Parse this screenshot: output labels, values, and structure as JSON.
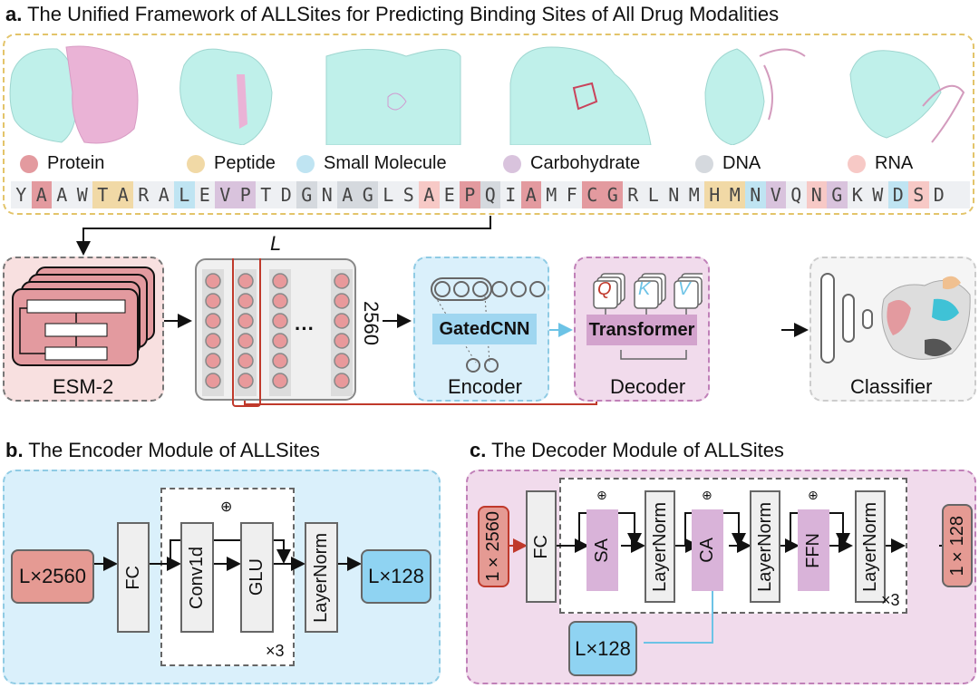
{
  "panel_a": {
    "prefix": "a.",
    "title": "The Unified Framework of ALLSites for Predicting Binding Sites of All Drug Modalities",
    "structures": [
      "protein-protein complex",
      "protein-peptide complex",
      "protein-small-molecule complex",
      "protein-carbohydrate complex",
      "protein-DNA complex",
      "protein-RNA complex"
    ],
    "legend": [
      {
        "label": "Protein",
        "color": "#e39a9f"
      },
      {
        "label": "Peptide",
        "color": "#f1d9a6"
      },
      {
        "label": "Small Molecule",
        "color": "#bfe4f2"
      },
      {
        "label": "Carbohydrate",
        "color": "#d9c3dd"
      },
      {
        "label": "DNA",
        "color": "#d5d9de"
      },
      {
        "label": "RNA",
        "color": "#f7c9c6"
      }
    ],
    "sequence": [
      {
        "aa": "Y",
        "c": ""
      },
      {
        "aa": "A",
        "c": "#e39a9f"
      },
      {
        "aa": "A",
        "c": ""
      },
      {
        "aa": "W",
        "c": ""
      },
      {
        "aa": "T",
        "c": "#f1d9a6"
      },
      {
        "aa": "A",
        "c": "#f1d9a6"
      },
      {
        "aa": "R",
        "c": ""
      },
      {
        "aa": "A",
        "c": ""
      },
      {
        "aa": "L",
        "c": "#bfe4f2"
      },
      {
        "aa": "E",
        "c": ""
      },
      {
        "aa": "V",
        "c": "#d9c3dd"
      },
      {
        "aa": "P",
        "c": "#d9c3dd"
      },
      {
        "aa": "T",
        "c": ""
      },
      {
        "aa": "D",
        "c": ""
      },
      {
        "aa": "G",
        "c": "#d5d9de"
      },
      {
        "aa": "N",
        "c": ""
      },
      {
        "aa": "A",
        "c": "#d5d9de"
      },
      {
        "aa": "G",
        "c": "#d5d9de"
      },
      {
        "aa": "L",
        "c": ""
      },
      {
        "aa": "S",
        "c": ""
      },
      {
        "aa": "A",
        "c": "#f7c9c6"
      },
      {
        "aa": "E",
        "c": ""
      },
      {
        "aa": "P",
        "c": "#e39a9f"
      },
      {
        "aa": "Q",
        "c": "#d5d9de"
      },
      {
        "aa": "I",
        "c": ""
      },
      {
        "aa": "A",
        "c": "#e39a9f"
      },
      {
        "aa": "M",
        "c": ""
      },
      {
        "aa": "F",
        "c": ""
      },
      {
        "aa": "C",
        "c": "#e39a9f"
      },
      {
        "aa": "G",
        "c": "#e39a9f"
      },
      {
        "aa": "R",
        "c": ""
      },
      {
        "aa": "L",
        "c": ""
      },
      {
        "aa": "N",
        "c": ""
      },
      {
        "aa": "M",
        "c": ""
      },
      {
        "aa": "H",
        "c": "#f1d9a6"
      },
      {
        "aa": "M",
        "c": "#f1d9a6"
      },
      {
        "aa": "N",
        "c": "#bfe4f2"
      },
      {
        "aa": "V",
        "c": "#d9c3dd"
      },
      {
        "aa": "Q",
        "c": ""
      },
      {
        "aa": "N",
        "c": "#f7c9c6"
      },
      {
        "aa": "G",
        "c": "#d9c3dd"
      },
      {
        "aa": "K",
        "c": ""
      },
      {
        "aa": "W",
        "c": ""
      },
      {
        "aa": "D",
        "c": "#bfe4f2"
      },
      {
        "aa": "S",
        "c": "#f7c9c6"
      },
      {
        "aa": "D",
        "c": ""
      }
    ],
    "esm_label": "ESM-2",
    "embedding_length_label": "L",
    "embedding_dim_label": "2560",
    "ellipsis": "···",
    "gatedcnn_label": "GatedCNN",
    "encoder_label": "Encoder",
    "qkv": [
      "Q",
      "K",
      "V"
    ],
    "transformer_label": "Transformer",
    "decoder_label": "Decoder",
    "classifier_label": "Classifier"
  },
  "panel_b": {
    "prefix": "b.",
    "title": "The Encoder Module of ALLSites",
    "input": "L×2560",
    "fc": "FC",
    "conv": "Conv1d",
    "glu": "GLU",
    "plus": "⊕",
    "repeat": "×3",
    "layernorm": "LayerNorm",
    "output": "L×128"
  },
  "panel_c": {
    "prefix": "c.",
    "title": "The Decoder Module of ALLSites",
    "input": "1×2560",
    "fc": "FC",
    "sa": "SA",
    "ca": "CA",
    "ffn": "FFN",
    "layernorm": "LayerNorm",
    "plus": "⊕",
    "repeat": "×3",
    "output": "1×128",
    "memory": "L×128"
  }
}
